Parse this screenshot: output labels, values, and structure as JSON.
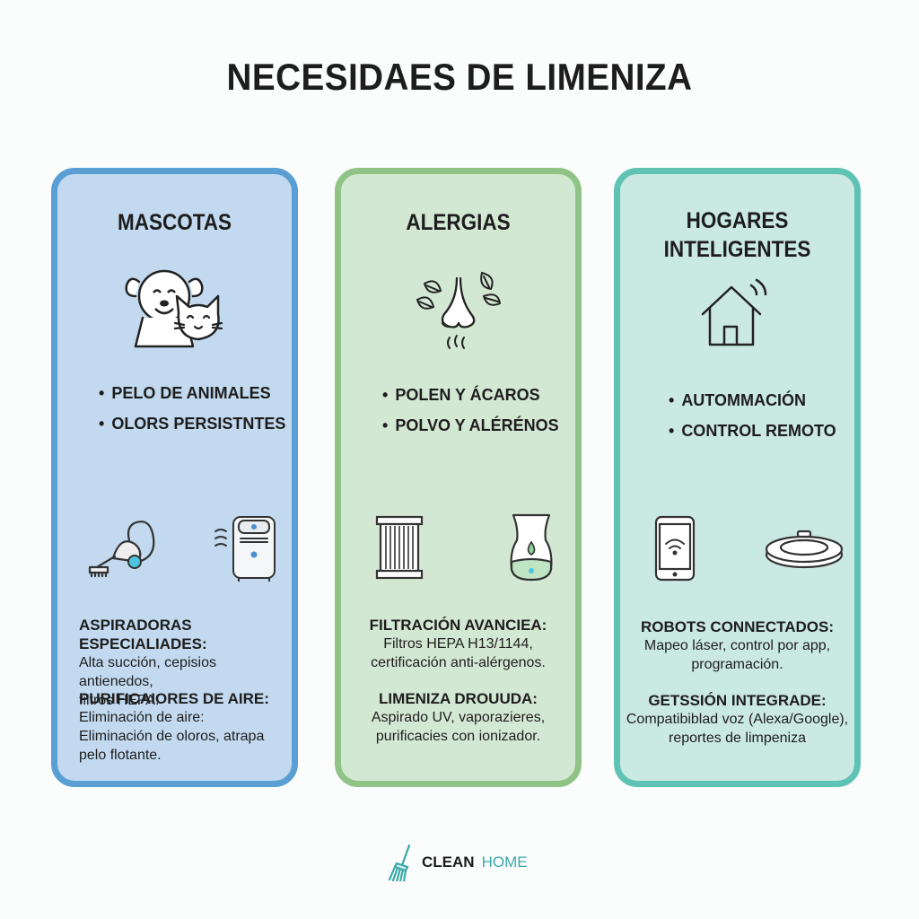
{
  "title": "NECESIDAES DE LIMENIZA",
  "cards": [
    {
      "title": "MASCOTAS",
      "icon": "dog-cat-icon",
      "bullets": [
        "PELO DE ANIMALES",
        "OLORS PERSISTNTES"
      ],
      "tools": [
        "vacuum-icon",
        "air-purifier-icon"
      ],
      "sections": [
        {
          "head": "ASPIRADORAS ESPECIALIADES:",
          "lines": [
            "Alta succión, cepisios antienedos,",
            "filtros HEPA."
          ]
        },
        {
          "head": "PURIFICAIORES DE AIRE:",
          "lines": [
            "Eliminación de aire:",
            "Eliminación de oloros, atrapa",
            "pelo flotante."
          ]
        }
      ]
    },
    {
      "title": "ALERGIAS",
      "icon": "nose-leaves-icon",
      "bullets": [
        "POLEN Y ÁCAROS",
        "POLVO Y ALÉRÉNOS"
      ],
      "tools": [
        "hepa-filter-icon",
        "humidifier-icon"
      ],
      "sections": [
        {
          "head": "FILTRACIÓN AVANCIEA:",
          "lines": [
            "Filtros HEPA H13/1144,",
            "certificación anti-alérgenos."
          ]
        },
        {
          "head": "LIMENIZA DROUUDA:",
          "lines": [
            "Aspirado UV, vaporazieres,",
            "purificacies con ionizador."
          ]
        }
      ]
    },
    {
      "title_lines": [
        "HOGARES",
        "INTELIGENTES"
      ],
      "icon": "smart-home-icon",
      "bullets": [
        "AUTOMMACIÓN",
        "CONTROL REMOTO"
      ],
      "tools": [
        "smartphone-wifi-icon",
        "robot-vacuum-icon"
      ],
      "sections": [
        {
          "head": "ROBOTS CONNECTADOS:",
          "lines": [
            "Mapeo láser, control por app,",
            "programación."
          ]
        },
        {
          "head": "GETSSIÓN INTEGRADE:",
          "lines": [
            "Compatibiblad voz (Alexa/Google),",
            "reportes de limpeniza"
          ]
        }
      ]
    }
  ],
  "footer": {
    "brand_a": "CLEAN",
    "brand_b": "HOME",
    "icon": "broom-icon"
  },
  "colors": {
    "blue_border": "#5a9fd4",
    "blue_fill": "#c2d9ef",
    "green_border": "#8fc486",
    "green_fill": "#d3e8d2",
    "teal_border": "#5fc3b4",
    "teal_fill": "#cbe9e3",
    "accent": "#3aa8a8"
  }
}
